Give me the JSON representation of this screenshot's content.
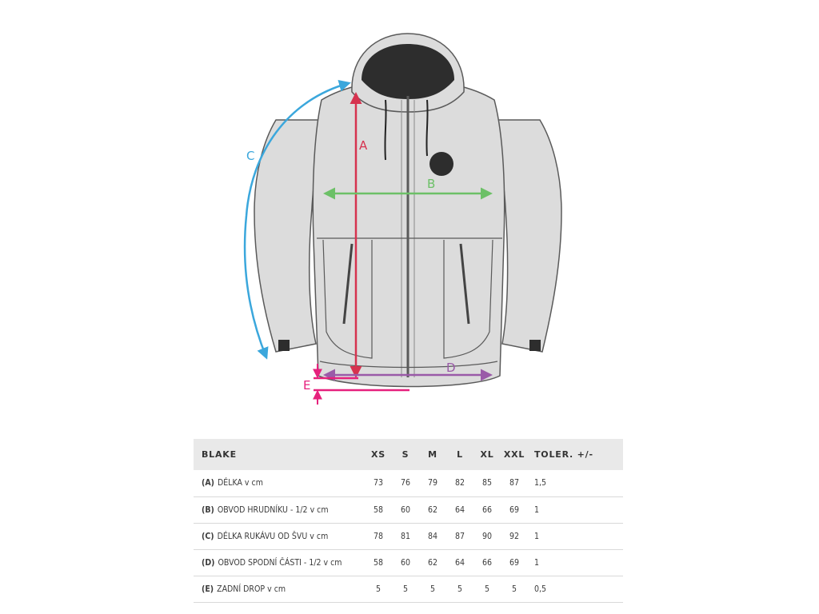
{
  "diagram": {
    "labels": {
      "a": "A",
      "b": "B",
      "c": "C",
      "d": "D",
      "e": "E"
    },
    "colors": {
      "a": "#d6334f",
      "b": "#6cc067",
      "c": "#3ba7dc",
      "d": "#9a5aa8",
      "e": "#e6217d",
      "jacket": "#dcdcdc",
      "outline": "#5a5a5a",
      "hood_lining": "#2d2d2d"
    }
  },
  "table": {
    "header": {
      "title": "BLAKE",
      "sizes": [
        "XS",
        "S",
        "M",
        "L",
        "XL",
        "XXL"
      ],
      "tolerance": "TOLER. +/-"
    },
    "rows": [
      {
        "code": "(A)",
        "label": "DÉLKA v cm",
        "values": [
          "73",
          "76",
          "79",
          "82",
          "85",
          "87"
        ],
        "tol": "1,5"
      },
      {
        "code": "(B)",
        "label": "OBVOD HRUDNÍKU - 1/2 v cm",
        "values": [
          "58",
          "60",
          "62",
          "64",
          "66",
          "69"
        ],
        "tol": "1"
      },
      {
        "code": "(C)",
        "label": "DÉLKA RUKÁVU OD ŠVU v cm",
        "values": [
          "78",
          "81",
          "84",
          "87",
          "90",
          "92"
        ],
        "tol": "1"
      },
      {
        "code": "(D)",
        "label": "OBVOD SPODNÍ ČÁSTI - 1/2 v cm",
        "values": [
          "58",
          "60",
          "62",
          "64",
          "66",
          "69"
        ],
        "tol": "1"
      },
      {
        "code": "(E)",
        "label": "ZADNÍ DROP v cm",
        "values": [
          "5",
          "5",
          "5",
          "5",
          "5",
          "5"
        ],
        "tol": "0,5"
      }
    ]
  }
}
